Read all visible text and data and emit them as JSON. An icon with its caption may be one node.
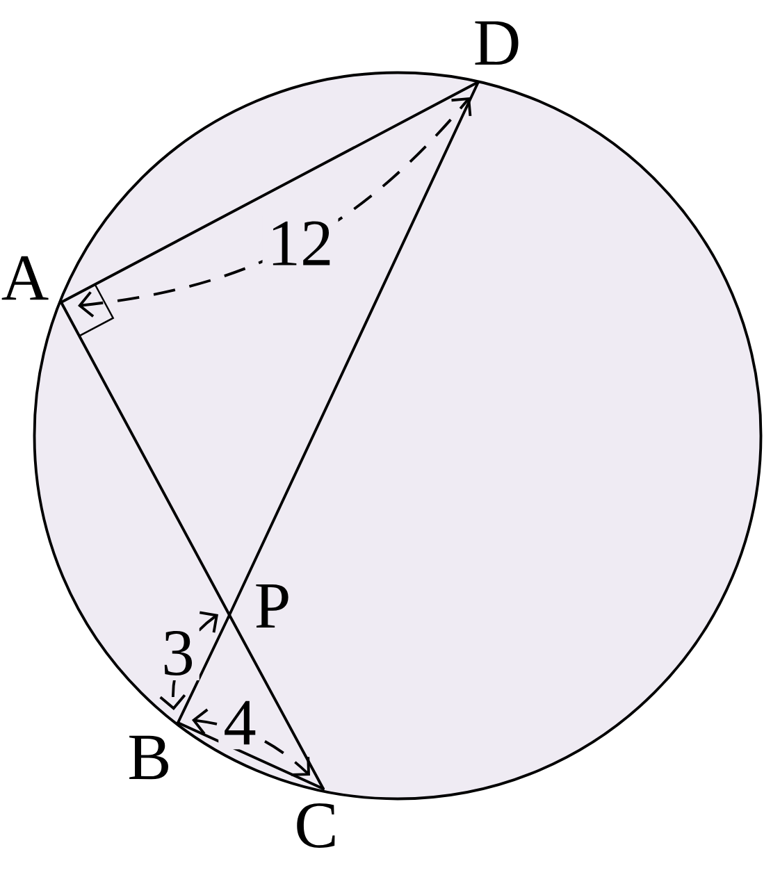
{
  "diagram": {
    "nodes": [
      {
        "text": [
          "D"
        ]
      },
      {
        "text": [
          "A"
        ]
      },
      {
        "text": [
          "P"
        ]
      },
      {
        "text": [
          "B"
        ]
      },
      {
        "text": [
          "C"
        ]
      }
    ],
    "edges": [
      {
        "from": 1,
        "to": 0,
        "arrow": "none"
      },
      {
        "from": 1,
        "to": 2,
        "arrow": "none"
      },
      {
        "from": 2,
        "to": 4,
        "arrow": "none"
      },
      {
        "from": 0,
        "to": 2,
        "arrow": "none"
      },
      {
        "from": 2,
        "to": 3,
        "arrow": "none"
      },
      {
        "from": 3,
        "to": 4,
        "arrow": "none"
      }
    ],
    "labels": [
      "12",
      "3",
      "4"
    ]
  }
}
